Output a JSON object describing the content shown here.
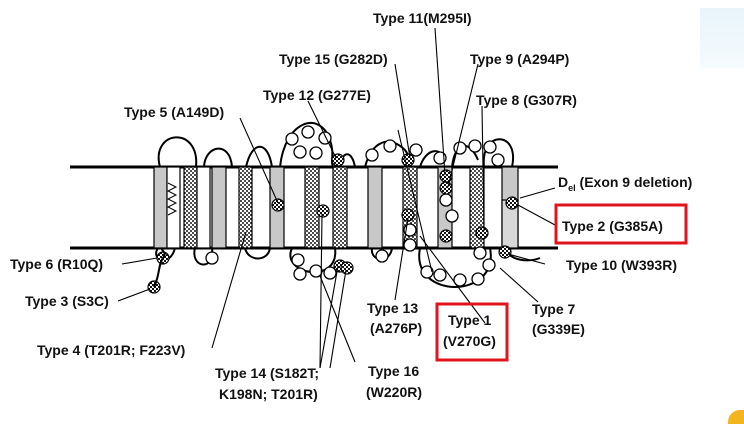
{
  "labels": {
    "type11": "Type 11(M295I)",
    "type15": "Type 15 (G282D)",
    "type9": "Type 9 (A294P)",
    "type12": "Type 12 (G277E)",
    "type8": "Type 8 (G307R)",
    "type5": "Type 5 (A149D)",
    "del_d": "D",
    "del_sub": "el",
    "del_rest": " (Exon 9 deletion)",
    "type2": "Type 2 (G385A)",
    "type6": "Type 6 (R10Q)",
    "type10": "Type 10 (W393R)",
    "type3": "Type 3 (S3C)",
    "type13_line1": "Type 13",
    "type13_line2": "(A276P)",
    "type1_line1": "Type 1",
    "type1_line2": "(V270G)",
    "type7_line1": "Type 7",
    "type7_line2": "(G339E)",
    "type4": "Type 4 (T201R; F223V)",
    "type14_line1": "Type 14 (S182T;",
    "type14_line2": "K198N; T201R)",
    "type16_line1": "Type 16",
    "type16_line2": "(W220R)"
  },
  "highlight_color": "#e0141c"
}
